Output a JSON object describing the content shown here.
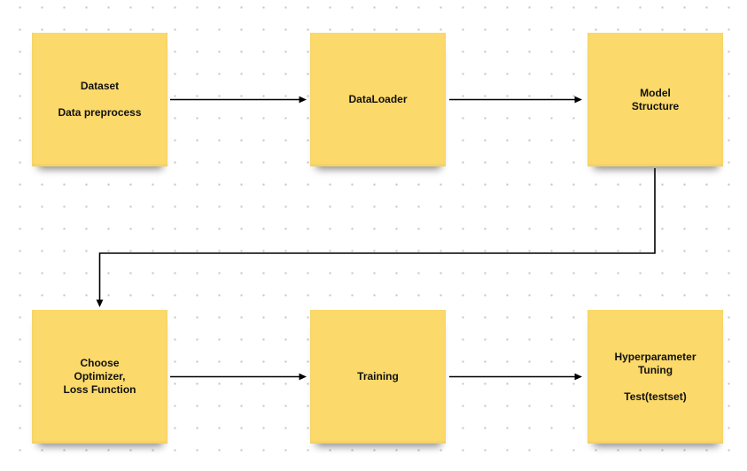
{
  "canvas": {
    "kind": "whiteboard",
    "grid": "dot-grid"
  },
  "colors": {
    "background": "#ffffff",
    "dot": "#c6c6c6",
    "sticky": "#fbd96a",
    "text": "#111111",
    "connector": "#000000"
  },
  "notes": [
    {
      "id": "dataset",
      "text": "Dataset\n\nData preprocess"
    },
    {
      "id": "dataloader",
      "text": "DataLoader"
    },
    {
      "id": "model-structure",
      "text": "Model\nStructure"
    },
    {
      "id": "choose-optimizer-loss",
      "text": "Choose\nOptimizer,\nLoss Function"
    },
    {
      "id": "training",
      "text": "Training"
    },
    {
      "id": "hyperparameter-tuning",
      "text": "Hyperparameter\nTuning\n\nTest(testset)"
    }
  ],
  "connectors": [
    {
      "from": "dataset",
      "to": "dataloader"
    },
    {
      "from": "dataloader",
      "to": "model-structure"
    },
    {
      "from": "model-structure",
      "to": "choose-optimizer-loss"
    },
    {
      "from": "choose-optimizer-loss",
      "to": "training"
    },
    {
      "from": "training",
      "to": "hyperparameter-tuning"
    }
  ]
}
